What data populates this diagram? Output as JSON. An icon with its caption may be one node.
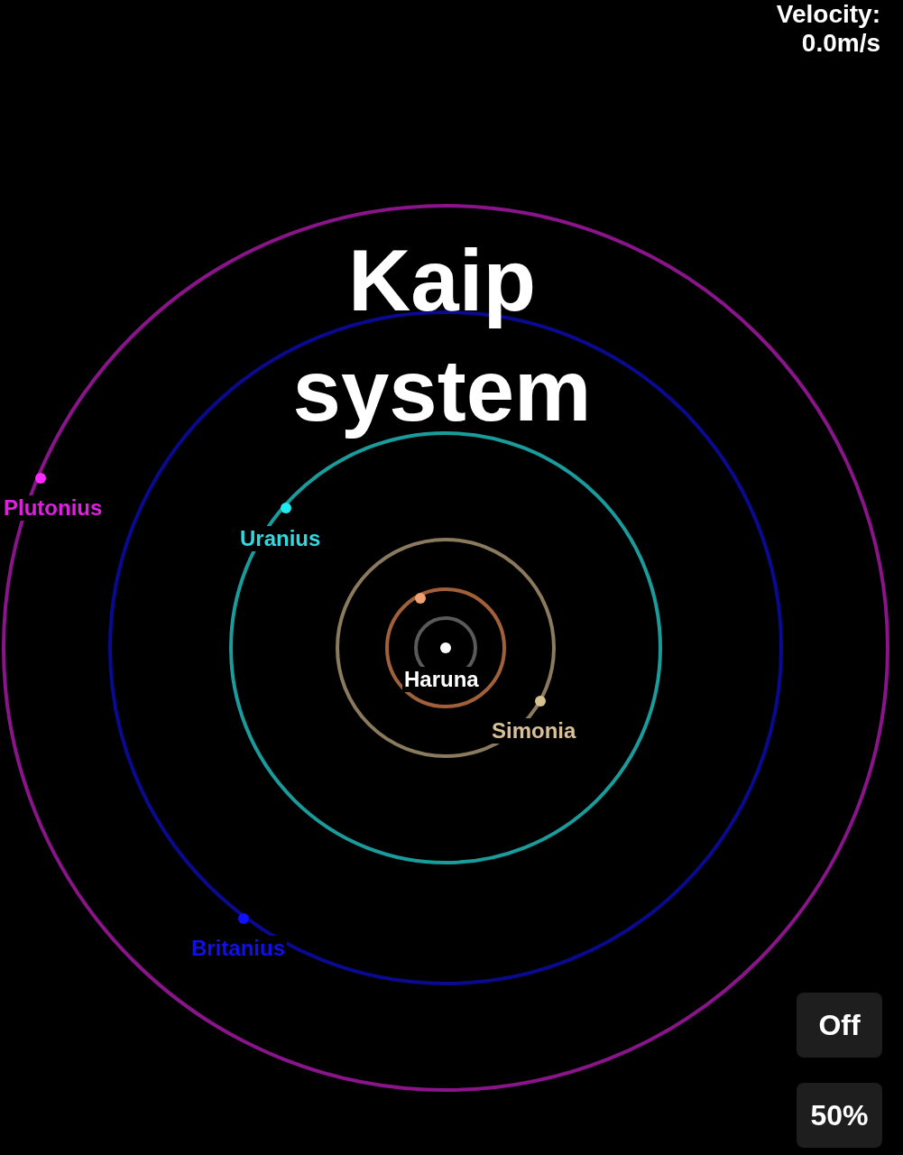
{
  "diagram": {
    "title": "Kaip system",
    "labels": [
      "Velocity:",
      "0.0m/s",
      "Plutonius",
      "Uranius",
      "Haruna",
      "Simonia",
      "Britanius",
      "Off",
      "50%"
    ]
  }
}
